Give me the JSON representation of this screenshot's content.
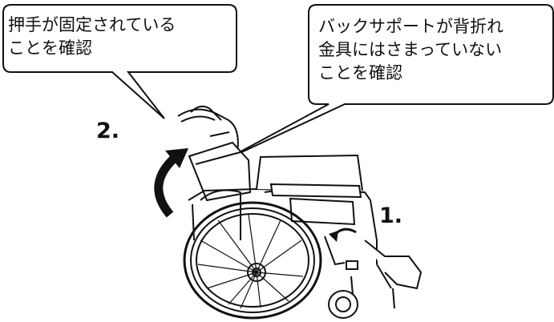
{
  "callouts": {
    "left": {
      "lines": [
        "押手が固定されている",
        "ことを確認"
      ]
    },
    "right": {
      "lines": [
        "バックサポートが背折れ",
        "金具にはさまっていない",
        "ことを確認"
      ]
    }
  },
  "steps": {
    "step1": "1.",
    "step2": "2."
  },
  "colors": {
    "ink": "#111111",
    "background": "#ffffff"
  },
  "icons": [
    "curved-up-arrow-icon",
    "rotate-arrow-icon",
    "wheelchair-illustration"
  ]
}
